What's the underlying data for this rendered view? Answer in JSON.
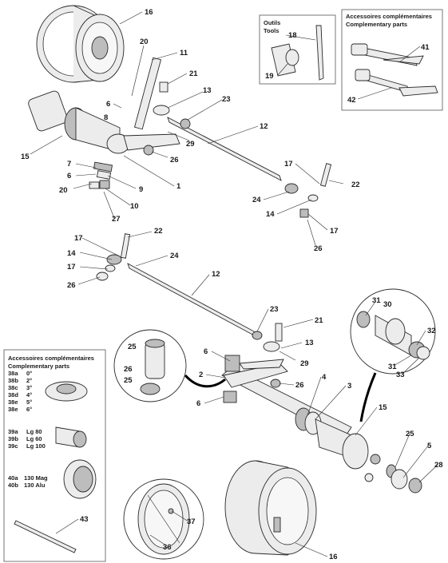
{
  "boxes": {
    "tools": {
      "title_fr": "Outils",
      "title_en": "Tools"
    },
    "complementary_top": {
      "title_fr": "Accessoires complémentaires",
      "title_en": "Complementary parts"
    },
    "complementary_left": {
      "title_fr": "Accessoires complémentaires",
      "title_en": "Complementary parts"
    }
  },
  "legend_rows": [
    {
      "code": "38a",
      "value": "0°"
    },
    {
      "code": "38b",
      "value": "2°"
    },
    {
      "code": "38c",
      "value": "3°"
    },
    {
      "code": "38d",
      "value": "4°"
    },
    {
      "code": "38e",
      "value": "5°"
    },
    {
      "code": "38e",
      "value": "6°"
    },
    {
      "code": "39a",
      "value": "Lg 80"
    },
    {
      "code": "39b",
      "value": "Lg 60"
    },
    {
      "code": "39c",
      "value": "Lg 100"
    },
    {
      "code": "40a",
      "value": "130 Mag"
    },
    {
      "code": "40b",
      "value": "130 Alu"
    }
  ],
  "callouts": {
    "c16a": "16",
    "c20a": "20",
    "c11": "11",
    "c21a": "21",
    "c6a": "6",
    "c13a": "13",
    "c8": "8",
    "c23a": "23",
    "c12a": "12",
    "c15a": "15",
    "c29a": "29",
    "c26a": "26",
    "c7": "7",
    "c6b": "6",
    "c9": "9",
    "c1": "1",
    "c20b": "20",
    "c10": "10",
    "c27": "27",
    "c17a": "17",
    "c22a": "22",
    "c24a": "24",
    "c14a": "14",
    "c17b": "17",
    "c26b": "26",
    "c18": "18",
    "c19": "19",
    "c41": "41",
    "c42": "42",
    "c17c": "17",
    "c22b": "22",
    "c14b": "14",
    "c24b": "24",
    "c17d": "17",
    "c26c": "26",
    "c12b": "12",
    "c23b": "23",
    "c21b": "21",
    "c13b": "13",
    "c6c": "6",
    "c29b": "29",
    "c25a": "25",
    "c26d": "26",
    "c25b": "25",
    "c2": "2",
    "c26e": "26",
    "c6d": "6",
    "c4": "4",
    "c3": "3",
    "c15b": "15",
    "c31a": "31",
    "c30": "30",
    "c32": "32",
    "c31b": "31",
    "c33": "33",
    "c25c": "25",
    "c5": "5",
    "c28": "28",
    "c43": "43",
    "c37": "37",
    "c36": "36",
    "c16b": "16"
  }
}
